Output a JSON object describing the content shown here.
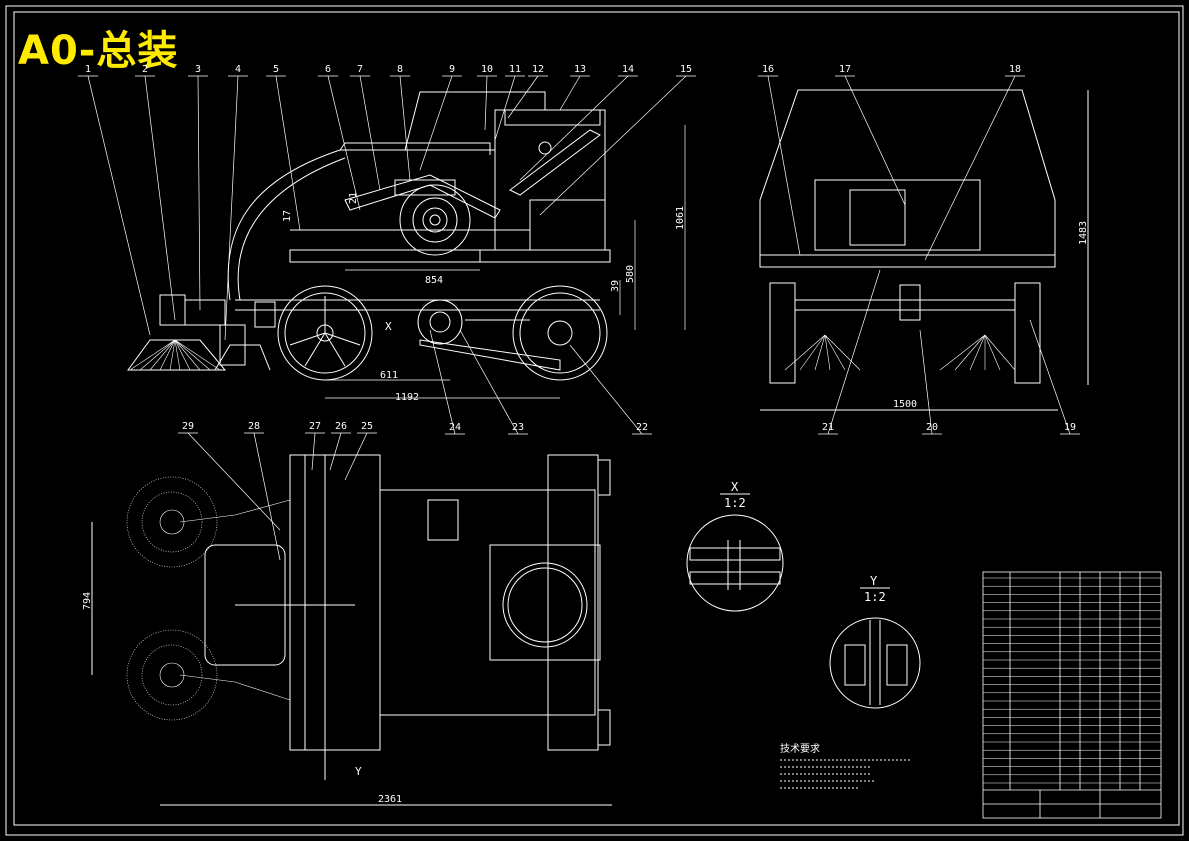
{
  "title": "A0-总装",
  "colors": {
    "line": "#ffffff",
    "title": "#ffeb00",
    "background": "#000000"
  },
  "balloons": [
    "1",
    "2",
    "3",
    "4",
    "5",
    "6",
    "7",
    "8",
    "9",
    "10",
    "11",
    "12",
    "13",
    "14",
    "15",
    "16",
    "17",
    "18",
    "19",
    "20",
    "21",
    "22",
    "23",
    "24",
    "25",
    "26",
    "27",
    "28",
    "29"
  ],
  "dimensions": {
    "d1192": "1192",
    "d611": "611",
    "d854": "854",
    "d1061": "1061",
    "d580": "580",
    "d39": "39",
    "d21": "21",
    "d17": "17",
    "d1500": "1500",
    "d1483": "1483",
    "d794": "794",
    "d2361": "2361"
  },
  "views": {
    "x_label": "X",
    "y_label": "Y",
    "x_title": "X",
    "x_scale": "1:2",
    "y_title": "Y",
    "y_scale": "1:2"
  },
  "tech_req": {
    "heading": "技术要求"
  }
}
